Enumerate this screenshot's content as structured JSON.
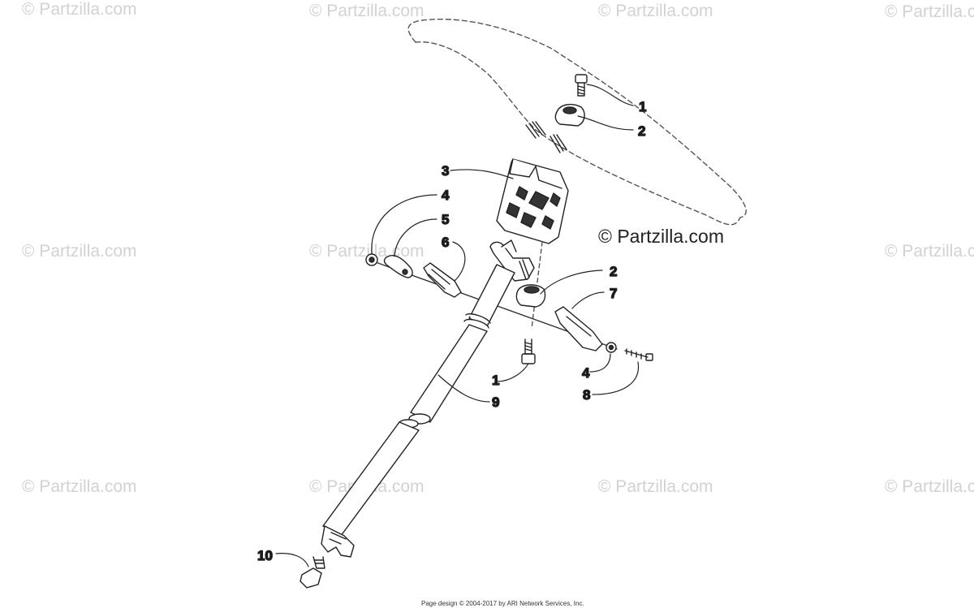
{
  "watermark": "© Partzilla.com",
  "watermark_main": "© Partzilla.com",
  "footer": "Page design © 2004-2017 by ARI Network Services, Inc.",
  "callouts": [
    "1",
    "2",
    "3",
    "4",
    "5",
    "6",
    "2",
    "7",
    "1",
    "4",
    "9",
    "8",
    "10"
  ],
  "colors": {
    "line": "#222222",
    "watermark": "#d2d2d2",
    "background": "#ffffff"
  }
}
